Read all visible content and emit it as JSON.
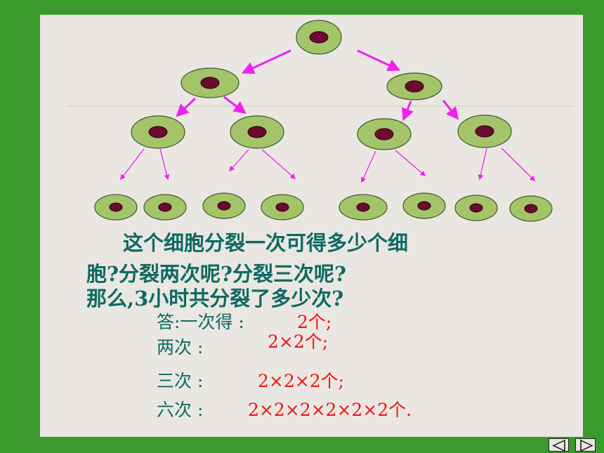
{
  "question": {
    "line1": "这个细胞分裂一次可得多少个细",
    "line2": "胞?分裂两次呢?分裂三次呢?",
    "line3": "那么,3小时共分裂了多少次?"
  },
  "answers": [
    {
      "label": "答:一次得 :",
      "value": "2个;"
    },
    {
      "label": "两次 :",
      "value": "2×2个;"
    },
    {
      "label": "三次 :",
      "value": "2×2×2个;"
    },
    {
      "label": "六次 :",
      "value": "2×2×2×2×2×2个."
    }
  ],
  "colors": {
    "frame": "#3a9a2c",
    "slide": "#eae7e2",
    "cell_body": "#a4c46a",
    "cell_nucleus": "#6b0b2e",
    "arrow": "#ee22ee",
    "text_teal": "#0d6a62",
    "text_red": "#ee1111"
  },
  "icons": {
    "prev": "triangle-left-icon",
    "next": "triangle-right-icon"
  }
}
